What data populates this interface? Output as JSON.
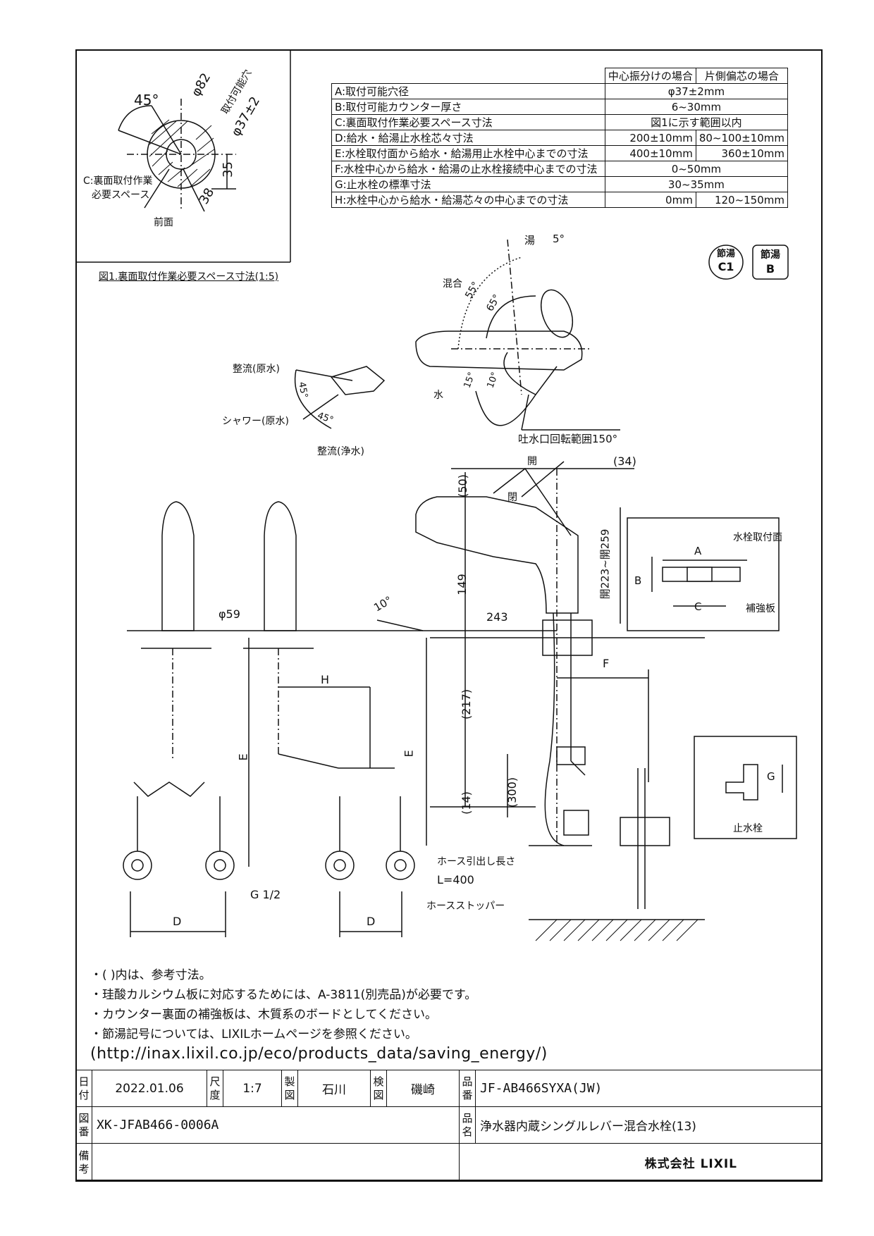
{
  "figure1": {
    "caption": "図1.裏面取付作業必要スペース寸法(1:5)",
    "angle": "45°",
    "outer_dia": "φ82",
    "hole_label": "取付可能穴",
    "hole_dia": "φ37±2",
    "dim_35": "35",
    "dim_38": "38",
    "space_label_1": "C:裏面取付作業",
    "space_label_2": "必要スペース",
    "front_label": "前面"
  },
  "spec_table": {
    "header_center": "中心振分けの場合",
    "header_side": "片側偏芯の場合",
    "rows": [
      {
        "label": "A:取付可能穴径",
        "center": "φ37±2mm",
        "side": ""
      },
      {
        "label": "B:取付可能カウンター厚さ",
        "center": "6~30mm",
        "side": ""
      },
      {
        "label": "C:裏面取付作業必要スペース寸法",
        "center": "図1に示す範囲以内",
        "side": ""
      },
      {
        "label": "D:給水・給湯止水栓芯々寸法",
        "center": "200±10mm",
        "side": "80~100±10mm"
      },
      {
        "label": "E:水栓取付面から給水・給湯用止水栓中心までの寸法",
        "center": "400±10mm",
        "side": "360±10mm"
      },
      {
        "label": "F:水栓中心から給水・給湯の止水栓接続中心までの寸法",
        "center": "0~50mm",
        "side": ""
      },
      {
        "label": "G:止水栓の標準寸法",
        "center": "30~35mm",
        "side": ""
      },
      {
        "label": "H:水栓中心から給水・給湯芯々の中心までの寸法",
        "center": "0mm",
        "side": "120~150mm"
      }
    ]
  },
  "badges": {
    "b1_top": "節湯",
    "b1_bottom": "C1",
    "b2_top": "節湯",
    "b2_bottom": "B"
  },
  "lever_view": {
    "hot": "湯",
    "hot_angle": "5°",
    "mix": "混合",
    "a55": "55°",
    "a65": "65°",
    "water": "水",
    "a15": "15°",
    "a10": "10°",
    "spout_range": "吐水口回転範囲150°"
  },
  "shower_view": {
    "rect_raw": "整流(原水)",
    "shower_raw": "シャワー(原水)",
    "rect_pure": "整流(浄水)",
    "a45_1": "45°",
    "a45_2": "45°"
  },
  "main_view": {
    "open": "開",
    "close": "閉",
    "d34": "(34)",
    "d50": "(50)",
    "d149": "149",
    "d243": "243",
    "a10": "10°",
    "d_open": "開223~開259",
    "d217": "(217)",
    "d300": "(300)",
    "d14": "(14)",
    "F": "F",
    "dia59": "φ59",
    "E1": "E",
    "E2": "E",
    "H": "H",
    "D1": "D",
    "D2": "D",
    "G12": "G 1/2",
    "hose_len_1": "ホース引出し長さ",
    "hose_len_2": "L=400",
    "hose_stopper": "ホースストッパー"
  },
  "mount_detail": {
    "surface": "水栓取付面",
    "A": "A",
    "B": "B",
    "C": "C",
    "plate": "補強板"
  },
  "valve_detail": {
    "G": "G",
    "label": "止水栓"
  },
  "notes": [
    "・( )内は、参考寸法。",
    "・珪酸カルシウム板に対応するためには、A-3811(別売品)が必要です。",
    "・カウンター裏面の補強板は、木質系のボードとしてください。",
    "・節湯記号については、LIXILホームページを参照ください。"
  ],
  "url": "(http://inax.lixil.co.jp/eco/products_data/saving_energy/)",
  "title_block": {
    "date_label": "日付",
    "date": "2022.01.06",
    "scale_label": "尺度",
    "scale": "1:7",
    "drawn_label": "製図",
    "drawn": "石川",
    "checked_label": "検図",
    "checked": "磯崎",
    "product_no_label": "品番",
    "product_no": "JF-AB466SYXA(JW)",
    "drawing_no_label": "図番",
    "drawing_no": "XK-JFAB466-0006A",
    "product_name_label": "品名",
    "product_name": "浄水器内蔵シングルレバー混合水栓(13)",
    "remarks_label": "備考",
    "remarks": "",
    "company": "株式会社 LIXIL"
  }
}
